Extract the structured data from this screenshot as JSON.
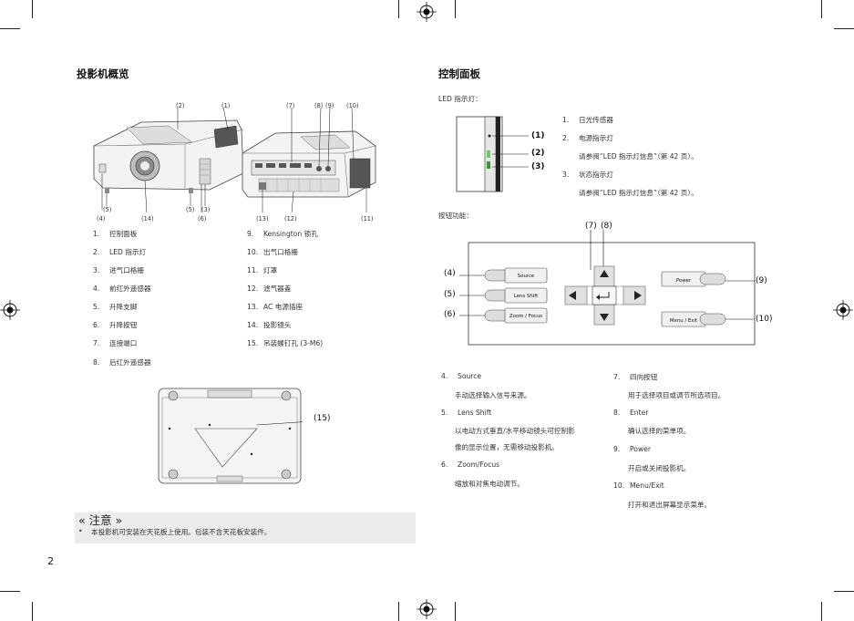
{
  "left": {
    "title": "投影机概览",
    "top_labels": [
      "(2)",
      "(1)",
      "(7)",
      "(8)",
      "(9)",
      "(10)"
    ],
    "bottom_labels_left": [
      "(5)",
      "(4)",
      "(14)",
      "(5)",
      "(3)",
      "(6)"
    ],
    "bottom_labels_right": [
      "(13)",
      "(12)",
      "(11)"
    ],
    "parts_col1": [
      {
        "num": "1.",
        "text": "控制面板"
      },
      {
        "num": "2.",
        "text": "LED 指示灯"
      },
      {
        "num": "3.",
        "text": "进气口格栅"
      },
      {
        "num": "4.",
        "text": "前红外遥感器"
      },
      {
        "num": "5.",
        "text": "升降支脚"
      },
      {
        "num": "6.",
        "text": "升降按钮"
      },
      {
        "num": "7.",
        "text": "连接端口"
      },
      {
        "num": "8.",
        "text": "后红外遥感器"
      }
    ],
    "parts_col2": [
      {
        "num": "9.",
        "text": "Kensington 锁孔"
      },
      {
        "num": "10.",
        "text": "出气口格栅"
      },
      {
        "num": "11.",
        "text": "灯罩"
      },
      {
        "num": "12.",
        "text": "滤气器盖"
      },
      {
        "num": "13.",
        "text": "AC 电源插座"
      },
      {
        "num": "14.",
        "text": "投影镜头"
      },
      {
        "num": "15.",
        "text": "吊装螺钉孔 (3-M6)"
      }
    ],
    "bottom_view_label": "(15)",
    "note": {
      "title": "« 注意 »",
      "bullet": "•",
      "text": "本投影机可安装在天花板上使用。包装不含天花板安装件。"
    },
    "page_number": "2"
  },
  "right": {
    "title": "控制面板",
    "led_label": "LED 指示灯：",
    "led_callouts": [
      "(1)",
      "(2)",
      "(3)"
    ],
    "led_items": [
      {
        "num": "1.",
        "text": "日光传感器"
      },
      {
        "num": "2.",
        "text": "电源指示灯"
      },
      {
        "num": "",
        "text": "请参阅“LED 指示灯信息”（第 42 页）。"
      },
      {
        "num": "3.",
        "text": "状态指示灯"
      },
      {
        "num": "",
        "text": "请参阅“LED 指示灯信息”（第 42 页）。"
      }
    ],
    "button_label": "按钮功能：",
    "button_callouts_top": [
      "(7)",
      "(8)"
    ],
    "button_callouts_left": [
      "(4)",
      "(5)",
      "(6)"
    ],
    "button_callouts_right": [
      "(9)",
      "(10)"
    ],
    "buttons": {
      "source": "Source",
      "lens_shift": "Lens Shift",
      "zoom_focus": "Zoom / Focus",
      "power": "Power",
      "menu_exit": "Menu / Exit"
    },
    "func_col1": [
      {
        "num": "4.",
        "text": "Source"
      },
      {
        "num": "",
        "text": "手动选择输入信号来源。"
      },
      {
        "num": "5.",
        "text": "Lens Shift"
      },
      {
        "num": "",
        "text": "以电动方式垂直/水平移动镜头可控制影"
      },
      {
        "num": "",
        "text": "像的显示位置，无需移动投影机。"
      },
      {
        "num": "6.",
        "text": "Zoom/Focus"
      },
      {
        "num": "",
        "text": "缩放和对焦电动调节。"
      }
    ],
    "func_col2": [
      {
        "num": "7.",
        "text": "四向按钮"
      },
      {
        "num": "",
        "text": "用于选择项目或调节所选项目。"
      },
      {
        "num": "8.",
        "text": "Enter"
      },
      {
        "num": "",
        "text": "确认选择的菜单项。"
      },
      {
        "num": "9.",
        "text": "Power"
      },
      {
        "num": "",
        "text": "开启或关闭投影机。"
      },
      {
        "num": "10.",
        "text": "Menu/Exit"
      },
      {
        "num": "",
        "text": "打开和退出屏幕显示菜单。"
      }
    ]
  }
}
